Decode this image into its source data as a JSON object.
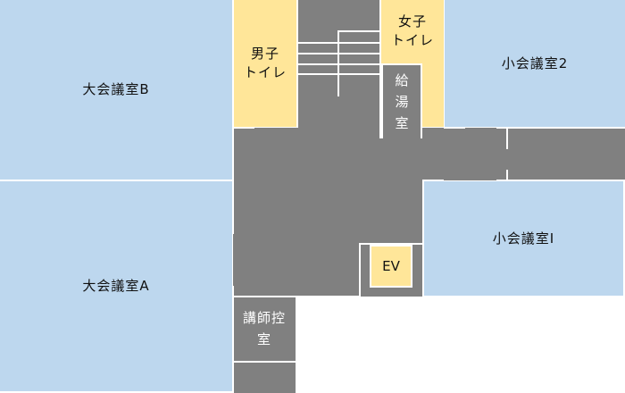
{
  "title": "Floor plan",
  "colors": {
    "meeting_room": "#bdd7ee",
    "restroom_elevator": "#ffe699",
    "corridor": "#808080",
    "wall": "#ffffff"
  },
  "rooms": {
    "large_b": {
      "label": "大会議室B"
    },
    "large_a": {
      "label": "大会議室A"
    },
    "mens_toilet": {
      "label": "男子\nトイレ"
    },
    "womens_toilet": {
      "label": "女子\nトイレ"
    },
    "kitchenette": {
      "label": "給\n湯\n室"
    },
    "small_2": {
      "label": "小会議室2"
    },
    "small_1": {
      "label": "小会議室Ⅰ"
    },
    "elevator": {
      "label": "EV"
    },
    "lecturer_room": {
      "label": "講師控\n室"
    }
  }
}
